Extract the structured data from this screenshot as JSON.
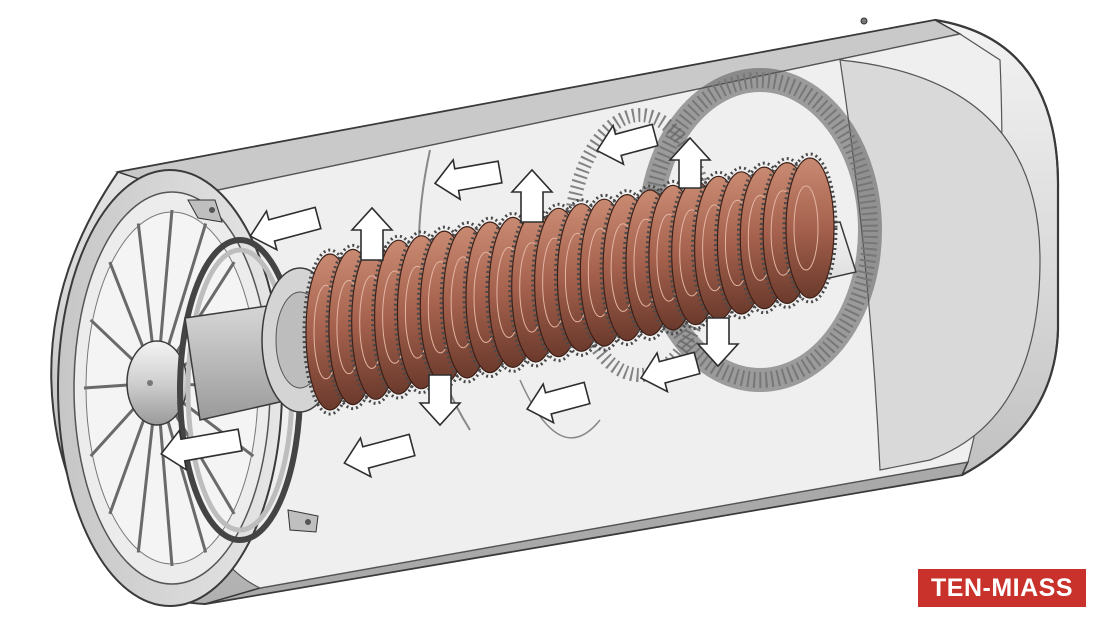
{
  "figure": {
    "subject": "cutaway-cylindrical-machine",
    "components": [
      "outer-housing",
      "end-fan",
      "shaft",
      "rotor-coil-stack",
      "stator-ring",
      "airflow-arrows"
    ],
    "colors": {
      "housing": "#dcdcdc",
      "housing_dark": "#b4b4b4",
      "interior": "#efefef",
      "coil": "#a5614d",
      "coil_dark": "#6b3a2c",
      "arrow": "#ffffff",
      "outline": "#3a3a3a",
      "brand": "#c8322a"
    }
  },
  "brand": {
    "label": "TEN-MIASS"
  }
}
